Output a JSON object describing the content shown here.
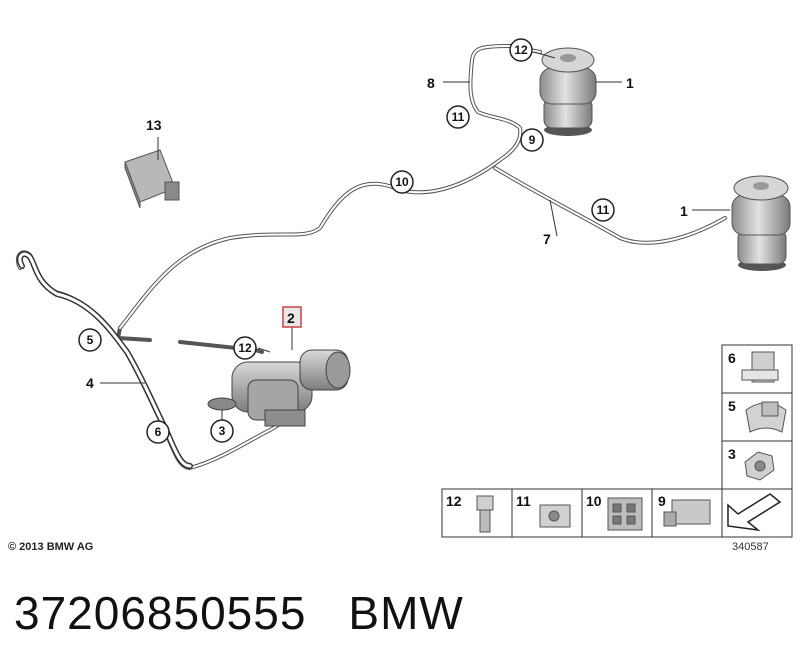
{
  "callouts": {
    "c1a": "1",
    "c1b": "1",
    "c2": "2",
    "c4": "4",
    "c7": "7",
    "c8": "8",
    "c13": "13",
    "c5": "5",
    "c6": "6",
    "c3": "3",
    "c9": "9",
    "c10": "10",
    "c11a": "11",
    "c11b": "11",
    "c12a": "12",
    "c12b": "12"
  },
  "parts_legend": {
    "p6": "6",
    "p5": "5",
    "p3": "3",
    "p12": "12",
    "p11": "11",
    "p10": "10",
    "p9": "9"
  },
  "copyright": "© 2013 BMW AG",
  "diagram_ref": "340587",
  "part_number": "37206850555",
  "brand": "BMW",
  "colors": {
    "highlight": "#d04040",
    "line": "#444444",
    "part": "#bfbfbf"
  }
}
